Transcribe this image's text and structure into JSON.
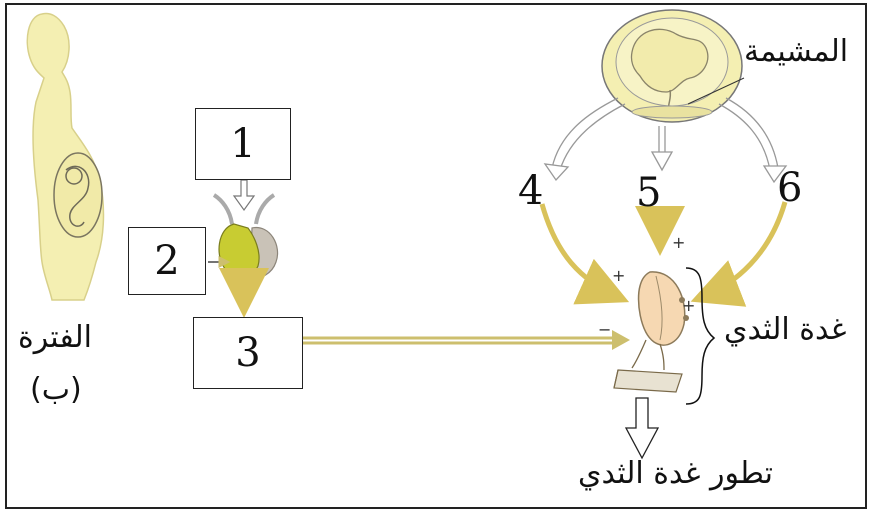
{
  "labels": {
    "box_1": "1",
    "box_2": "2",
    "box_3": "3",
    "hormone_4": "4",
    "hormone_5": "5",
    "hormone_6": "6",
    "placenta": "المشيمة",
    "mammary_gland": "غدة الثدي",
    "breast_development": "تطور غدة الثدي",
    "period": "الفترة",
    "period_letter": "(ب)"
  },
  "signs": {
    "plus": "+",
    "minus": "−"
  },
  "colors": {
    "skin": "#f4efb2",
    "gland_yellow": "#c8cc32",
    "gland_grey": "#c9c2b7",
    "arrow_yellow": "#d9c25a",
    "line_khaki": "#cdbf6e",
    "alveolus_fill": "#f6d8b2"
  }
}
